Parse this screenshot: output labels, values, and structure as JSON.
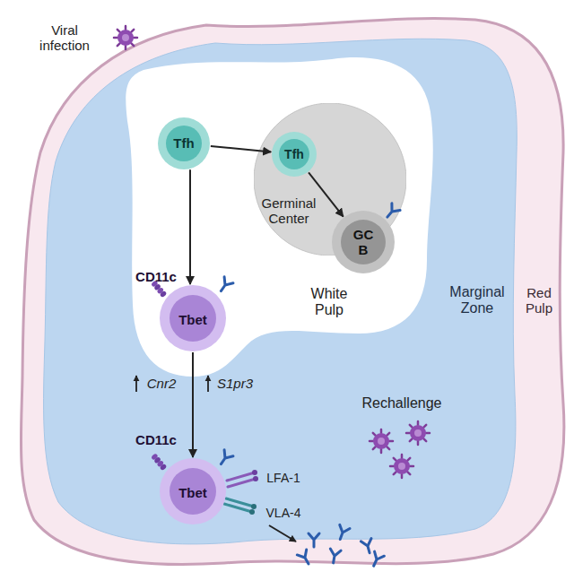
{
  "diagram": {
    "nodes": [
      {
        "text": [
          "Red Pulp"
        ]
      },
      {
        "text": [
          "Marginal Zone"
        ],
        "in": 0
      },
      {
        "text": [
          "White Pulp"
        ],
        "in": 1
      },
      {
        "text": [
          "Germinal Center"
        ],
        "in": 2
      },
      {
        "text": [
          "Tfh"
        ],
        "in": 2
      },
      {
        "text": [
          "Tfh"
        ],
        "in": 3
      },
      {
        "text": [
          "GC B"
        ],
        "in": 3
      },
      {
        "text": [
          "CD11c",
          "Tbet"
        ],
        "in": 2
      },
      {
        "text": [
          "CD11c",
          "Tbet"
        ],
        "in": 1
      }
    ],
    "edges": [
      {
        "from": 4,
        "to": 5,
        "arrow": "to"
      },
      {
        "from": 5,
        "to": 6,
        "arrow": "to"
      },
      {
        "from": 4,
        "to": 7,
        "arrow": "to"
      },
      {
        "from": 7,
        "to": 8,
        "arrow": "to"
      }
    ],
    "labels": [
      "Viral infection",
      "Cnr2",
      "S1pr3",
      "Rechallenge",
      "LFA-1",
      "VLA-4"
    ]
  }
}
